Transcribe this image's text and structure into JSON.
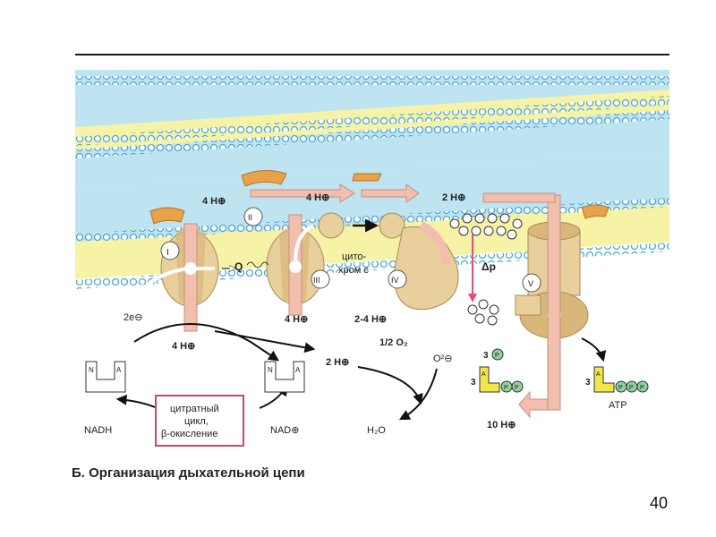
{
  "labels": {
    "h4_top_left": "4 H⊕",
    "h4_top_mid": "4 H⊕",
    "h2_top": "2 H⊕",
    "complex_1": "I",
    "complex_2": "II",
    "complex_3": "III",
    "complex_4": "IV",
    "complex_5": "V",
    "quinone": "Q",
    "cytochrome_line1": "цито-",
    "cytochrome_line2": "хром с",
    "delta_p": "Δp",
    "two_e": "2e⊖",
    "h4_bottom_left": "4 H⊕",
    "h4_bottom_mid": "4 H⊕",
    "h24": "2-4 H⊕",
    "half_o2": "1/2 O₂",
    "o2minus": "O²⊖",
    "h2_mid": "2 H⊕",
    "water": "H₂O",
    "nadh": "NADH",
    "nad": "NAD⊕",
    "cycle_line1": "цитратный",
    "cycle_line2": "цикл,",
    "cycle_line3": "β-окисление",
    "h10": "10 H⊕",
    "atp": "ATP",
    "n_letter": "N",
    "a_letter": "A",
    "p_letter": "P",
    "three": "3"
  },
  "caption": "Б. Организация дыхательной цепи",
  "page_number": "40",
  "colors": {
    "membrane_blue": "#bfe4f1",
    "membrane_yellow": "#f6f2a6",
    "head_blue": "#4aa7d6",
    "protein": "#e9cf9c",
    "protein_orange": "#e7a24a",
    "arrow_pink": "#f2bfae",
    "box_red": "#d2426a",
    "phosphate_green": "#8fd19a"
  }
}
